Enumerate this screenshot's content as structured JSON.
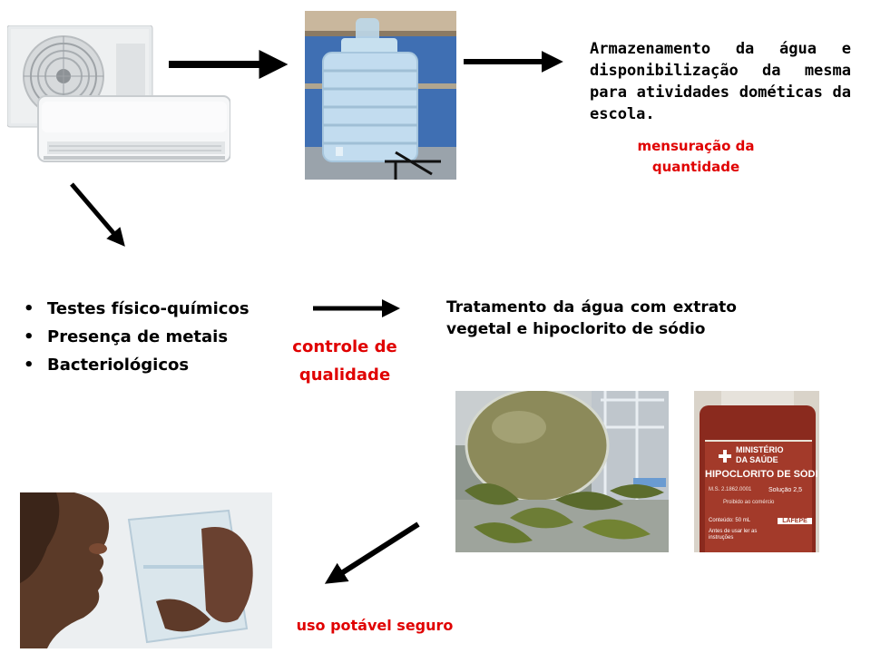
{
  "storage_text": "Armazenamento da água e disponibilização da mesma para atividades dométicas da escola.",
  "quantity_label": "mensuração da quantidade",
  "tests": [
    "Testes físico-químicos",
    "Presença de metais",
    "Bacteriológicos"
  ],
  "quality_label": "controle de qualidade",
  "treatment_text": "Tratamento da água com extrato vegetal e hipoclorito de sódio",
  "safe_use_label": "uso potável seguro",
  "bottle_label": {
    "line1": "MINISTÉRIO",
    "line2": "DA SAÚDE",
    "name": "HIPOCLORITO DE SÓDIO",
    "code": "M.S. 2.1862.0001",
    "solution": "Solução 2,5",
    "forbidden": "Proibido ao comércio",
    "content": "Conteúdo: 50 mL",
    "usage": "Antes de usar ler as instruções",
    "brand": "LAFEPE"
  },
  "colors": {
    "accent_red": "#e00000",
    "arrow": "#000000",
    "wall_blue": "#3f6fb3",
    "bottle_brown": "#8a2a1e"
  }
}
